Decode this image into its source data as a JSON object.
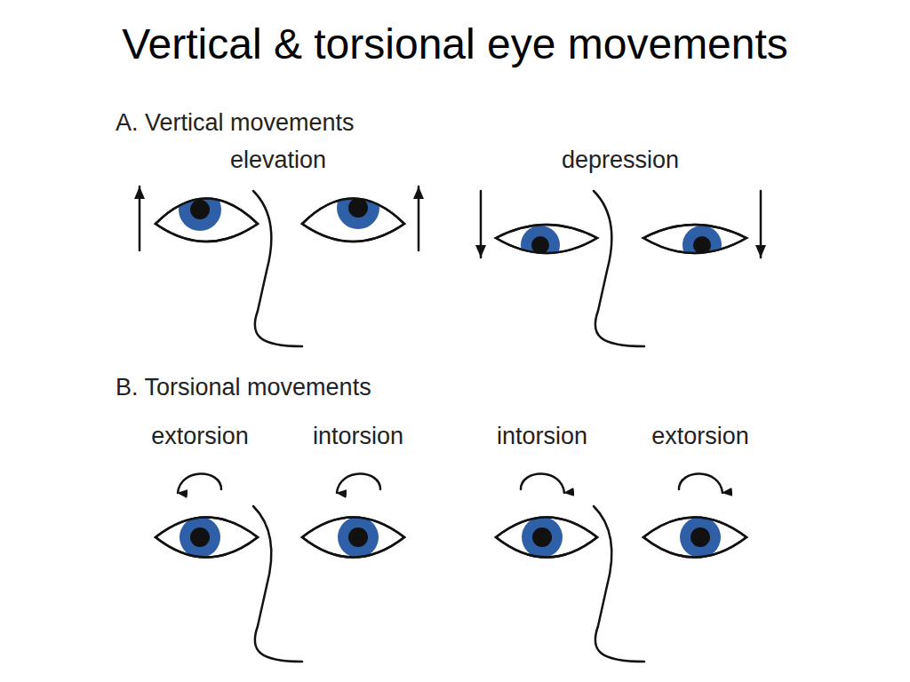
{
  "diagram": {
    "title": "Vertical & torsional eye movements",
    "labels": [
      "A. Vertical movements",
      "elevation",
      "depression",
      "B. Torsional movements",
      "extorsion",
      "intorsion",
      "intorsion",
      "extorsion"
    ]
  }
}
